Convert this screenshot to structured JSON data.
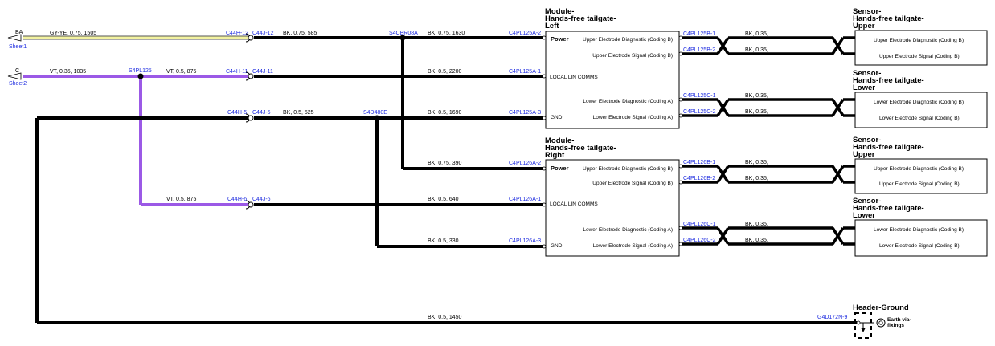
{
  "colors": {
    "black_wire": "#000000",
    "violet_wire": "#9b59e6",
    "yellow_wire": "#f2f2a0",
    "connector_label": "#1f2de0",
    "background": "#ffffff"
  },
  "offsheet": {
    "ba": {
      "pin": "BA",
      "sheet": "Sheet1"
    },
    "c": {
      "pin": "C",
      "sheet": "Sheet2"
    }
  },
  "wires": {
    "w1": "GY-YE,  0.75,  1505",
    "w2": "BK,  0.75,  585",
    "w3": "BK,  0.75,  1630",
    "w4": "VT,  0.35,  1035",
    "w5": "VT,  0.5,  875",
    "w6": "BK,  0.5,  2200",
    "w7": "BK,  0.5,  525",
    "w8": "BK,  0.5,  1690",
    "w9": "BK,  0.75,  390",
    "w10": "VT,  0.5,  875",
    "w11": "BK,  0.5,  640",
    "w12": "BK,  0.5,  330",
    "w13": "BK,  0.5,  1450"
  },
  "splices": {
    "s1": "S4CBR08A",
    "s2": "S4PL125",
    "s3": "S4D480E"
  },
  "inline_connectors": {
    "row1": {
      "h": "C44H-12",
      "j": "C44J-12"
    },
    "row2": {
      "h": "C44H-11",
      "j": "C44J-11"
    },
    "row3": {
      "h": "C44H-5",
      "j": "C44J-5"
    },
    "row4": {
      "h": "C44H-6",
      "j": "C44J-6"
    }
  },
  "module_left": {
    "title": [
      "Module-",
      "Hands-free tailgate-",
      "Left"
    ],
    "pins": {
      "power": "C4PL125A-2",
      "lin": "C4PL125A-1",
      "gnd": "C4PL125A-3"
    },
    "power_label": "Power",
    "lin_label": "LOCAL LIN COMMS",
    "gnd_label": "GND",
    "sig_upper_diag": "Upper Electrode Diagnostic (Coding B)",
    "sig_upper_sig": "Upper Electrode Signal (Coding B)",
    "sig_lower_diag": "Lower Electrode Diagnostic (Coding A)",
    "sig_lower_sig": "Lower Electrode Signal (Coding A)"
  },
  "module_right": {
    "title": [
      "Module-",
      "Hands-free tailgate-",
      "Right"
    ],
    "pins": {
      "power": "C4PL126A-2",
      "lin": "C4PL126A-1",
      "gnd": "C4PL126A-3"
    },
    "power_label": "Power",
    "lin_label": "LOCAL LIN COMMS",
    "gnd_label": "GND",
    "sig_upper_diag": "Upper Electrode Diagnostic (Coding B)",
    "sig_upper_sig": "Upper Electrode Signal (Coding B)",
    "sig_lower_diag": "Lower Electrode Diagnostic (Coding A)",
    "sig_lower_sig": "Lower Electrode Signal (Coding A)"
  },
  "sensor_links": {
    "l1": {
      "top": "C4PL125B-1",
      "bottom": "C4PL125B-2",
      "wire_top": "BK,  0.35,",
      "wire_bottom": "BK,  0.35,"
    },
    "l2": {
      "top": "C4PL125C-1",
      "bottom": "C4PL125C-2",
      "wire_top": "BK,  0.35,",
      "wire_bottom": "BK,  0.35,"
    },
    "l3": {
      "top": "C4PL126B-1",
      "bottom": "C4PL126B-2",
      "wire_top": "BK,  0.35,",
      "wire_bottom": "BK,  0.35,"
    },
    "l4": {
      "top": "C4PL126C-1",
      "bottom": "C4PL126C-2",
      "wire_top": "BK,  0.35,",
      "wire_bottom": "BK,  0.35,"
    }
  },
  "sensors": {
    "s1": {
      "title": [
        "Sensor-",
        "Hands-free tailgate-",
        "Upper"
      ],
      "sig1": "Upper Electrode Diagnostic (Coding B)",
      "sig2": "Upper Electrode Signal (Coding B)"
    },
    "s2": {
      "title": [
        "Sensor-",
        "Hands-free tailgate-",
        "Lower"
      ],
      "sig1": "Lower Electrode Diagnostic (Coding B)",
      "sig2": "Lower Electrode Signal (Coding B)"
    },
    "s3": {
      "title": [
        "Sensor-",
        "Hands-free tailgate-",
        "Upper"
      ],
      "sig1": "Upper Electrode Diagnostic (Coding B)",
      "sig2": "Upper Electrode Signal (Coding B)"
    },
    "s4": {
      "title": [
        "Sensor-",
        "Hands-free tailgate-",
        "Lower"
      ],
      "sig1": "Lower Electrode Diagnostic (Coding B)",
      "sig2": "Lower Electrode Signal (Coding B)"
    }
  },
  "ground": {
    "title": "Header-Ground",
    "pin": "G4D172N-9",
    "earth": [
      "Earth via-",
      "fixings"
    ]
  }
}
